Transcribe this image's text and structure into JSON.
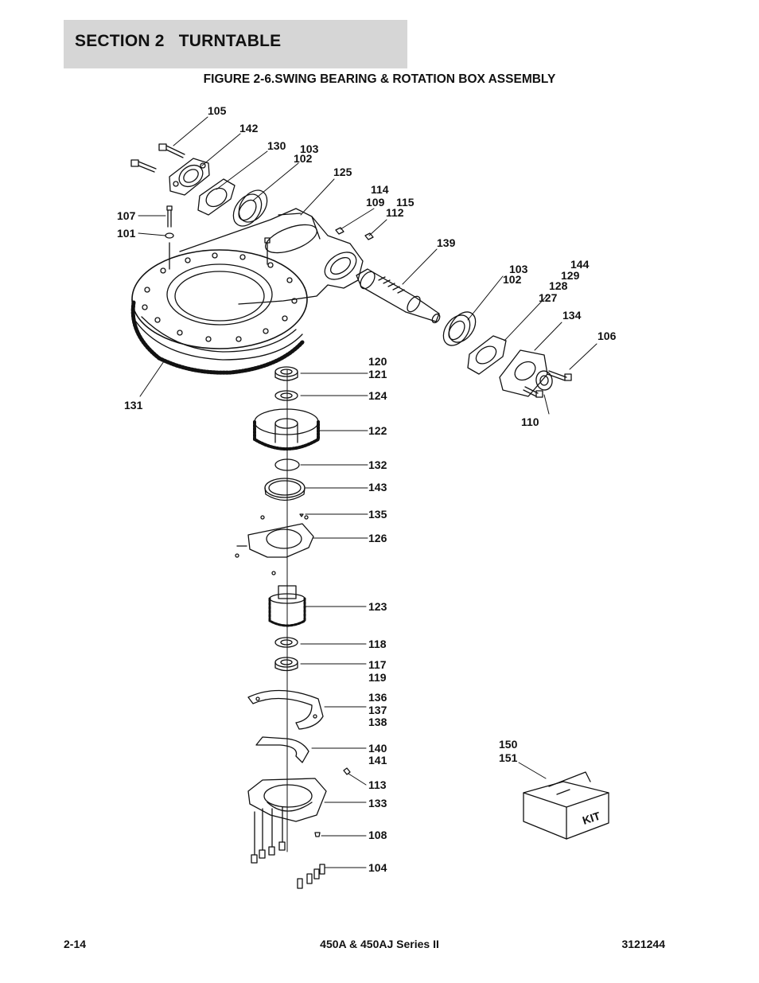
{
  "header": {
    "section_title": "SECTION 2   TURNTABLE",
    "figure_title": "FIGURE 2-6.SWING BEARING & ROTATION BOX ASSEMBLY"
  },
  "callouts": {
    "c105": "105",
    "c142": "142",
    "c130": "130",
    "c103a": "103",
    "c102a": "102",
    "c125": "125",
    "c114": "114",
    "c109": "109",
    "c115": "115",
    "c112": "112",
    "c107": "107",
    "c101": "101",
    "c139": "139",
    "c103b": "103",
    "c102b": "102",
    "c144": "144",
    "c129": "129",
    "c128": "128",
    "c127": "127",
    "c134": "134",
    "c106": "106",
    "c110": "110",
    "c131": "131",
    "c120": "120",
    "c121": "121",
    "c124": "124",
    "c122": "122",
    "c132": "132",
    "c143": "143",
    "c135": "135",
    "c126": "126",
    "c123": "123",
    "c118": "118",
    "c117": "117",
    "c119": "119",
    "c136": "136",
    "c137": "137",
    "c138": "138",
    "c140": "140",
    "c141": "141",
    "c113": "113",
    "c133": "133",
    "c108": "108",
    "c104": "104",
    "c150": "150",
    "c151": "151"
  },
  "kit_box": {
    "label": "KIT"
  },
  "footer": {
    "page_number": "2-14",
    "model": "450A & 450AJ Series II",
    "doc_number": "3121244"
  }
}
